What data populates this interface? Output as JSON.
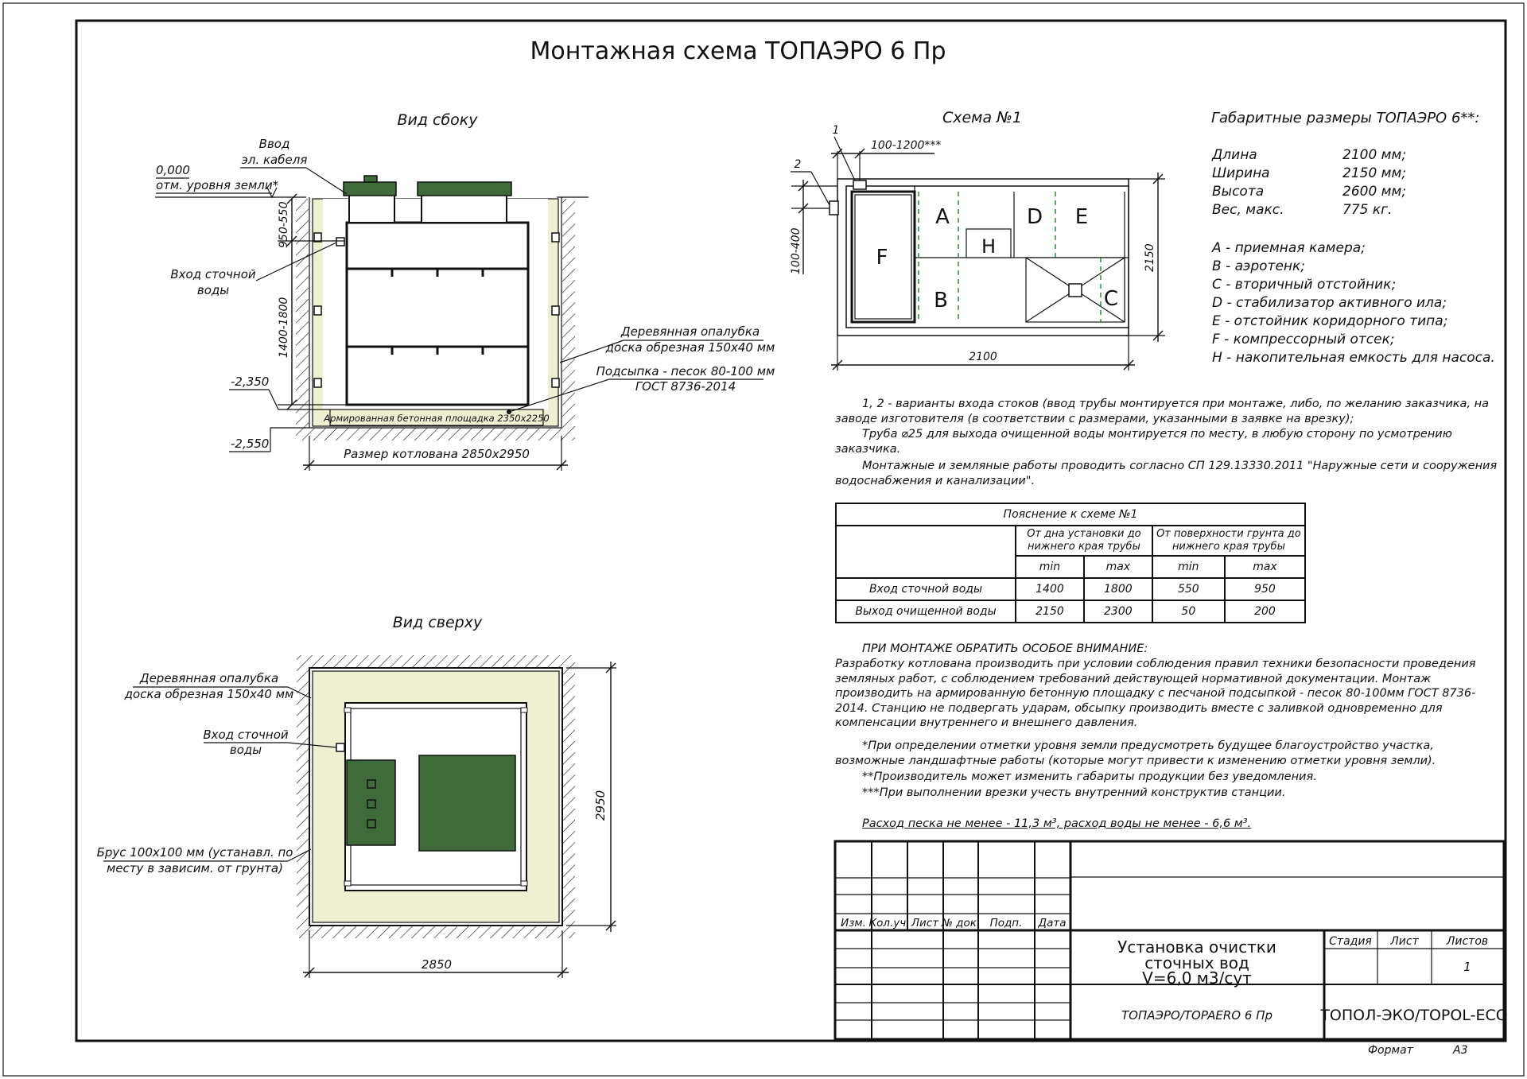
{
  "title": "Монтажная схема ТОПАЭРО 6 Пр",
  "side_view": {
    "title": "Вид сбоку",
    "cable_label": [
      "Ввод",
      "эл. кабеля"
    ],
    "zero_mark": "0,000",
    "ground_label": "отм. уровня земли*",
    "dim_950_550": "950-550",
    "dim_1400_1800": "1400-1800",
    "inlet_label": [
      "Вход сточной",
      "воды"
    ],
    "mark_2350": "-2,350",
    "mark_2550": "-2,550",
    "formwork_label": [
      "Деревянная опалубка",
      "доска обрезная 150х40 мм"
    ],
    "sand_label": [
      "Подсыпка - песок 80-100 мм",
      "ГОСТ 8736-2014"
    ],
    "slab_label": "Армированная бетонная площадка 2350х2250",
    "pit_label": "Размер котлована 2850х2950"
  },
  "top_view": {
    "title": "Вид сверху",
    "formwork_label": [
      "Деревянная опалубка",
      "доска обрезная 150х40 мм"
    ],
    "inlet_label": [
      "Вход сточной",
      "воды"
    ],
    "beam_label": [
      "Брус 100х100 мм (устанавл. по",
      "месту в зависим. от грунта)"
    ],
    "dim_width": "2850",
    "dim_height": "2950"
  },
  "scheme": {
    "title": "Схема №1",
    "mark_1": "1",
    "mark_2": "2",
    "dim_top": "100-1200***",
    "dim_left": "100-400",
    "dim_length": "2100",
    "dim_width": "2150",
    "zones": {
      "A": "A",
      "B": "B",
      "C": "C",
      "D": "D",
      "E": "E",
      "F": "F",
      "H": "H"
    }
  },
  "dimensions": {
    "title": "Габаритные размеры ТОПАЭРО 6**:",
    "rows": [
      {
        "label": "Длина",
        "value": "2100 мм;"
      },
      {
        "label": "Ширина",
        "value": "2150 мм;"
      },
      {
        "label": "Высота",
        "value": "2600 мм;"
      },
      {
        "label": "Вес, макс.",
        "value": "775 кг."
      }
    ]
  },
  "legend": [
    "А - приемная камера;",
    "В - аэротенк;",
    "С - вторичный отстойник;",
    "D - стабилизатор активного ила;",
    "Е - отстойник коридорного типа;",
    "F - компрессорный отсек;",
    "Н - накопительная емкость для насоса."
  ],
  "notes": {
    "p1": "1, 2 - варианты входа  стоков (ввод трубы монтируется при монтаже, либо, по желанию заказчика, на заводе изготовителя (в соответствии с размерами, указанными в заявке на врезку);",
    "p2": "Труба ⌀25 для выхода очищенной воды монтируется по месту, в любую сторону по усмотрению заказчика.",
    "p3": "Монтажные и земляные работы проводить согласно СП 129.13330.2011 \"Наружные сети и сооружения водоснабжения и канализации\"."
  },
  "table": {
    "caption": "Пояснение к схеме №1",
    "group1": "От дна установки до нижнего края трубы",
    "group2": "От поверхности грунта до нижнего края трубы",
    "min": "min",
    "max": "max",
    "rows": [
      {
        "label": "Вход сточной воды",
        "v1": "1400",
        "v2": "1800",
        "v3": "550",
        "v4": "950"
      },
      {
        "label": "Выход очищенной воды",
        "v1": "2150",
        "v2": "2300",
        "v3": "50",
        "v4": "200"
      }
    ]
  },
  "attention": {
    "heading": "ПРИ МОНТАЖЕ ОБРАТИТЬ ОСОБОЕ ВНИМАНИЕ:",
    "body": "Разработку котлована производить при условии соблюдения правил техники безопасности проведения земляных работ, с соблюдением требований действующей нормативной документации.  Монтаж производить на армированную бетонную площадку с песчаной подсыпкой - песок 80-100мм ГОСТ 8736-2014. Станцию не подвергать ударам, обсыпку производить вместе с заливкой одновременно для компенсации внутреннего и внешнего давления.",
    "fn1": "*При определении отметки уровня земли предусмотреть будущее благоустройство участка, возможные ландшафтные работы (которые могут привести к изменению отметки уровня земли).",
    "fn2": "**Производитель может изменить габариты продукции без уведомления.",
    "fn3": "***При выполнении врезки учесть внутренний конструктив станции.",
    "consumption": "Расход песка не менее - 11,3 м³, расход воды не менее - 6,6 м³."
  },
  "title_block": {
    "cols": [
      "Изм.",
      "Кол.уч.",
      "Лист",
      "№ док.",
      "Подп.",
      "Дата"
    ],
    "name": [
      "Установка очистки",
      "сточных вод",
      "V=6,0 м3/сут"
    ],
    "stage": "Стадия",
    "sheet": "Лист",
    "sheets": "Листов",
    "sheets_value": "1",
    "product": "ТОПАЭРО/TOPAERO 6 Пр",
    "company": "ТОПОЛ-ЭКО/TOPOL-ECO",
    "format_label": "Формат",
    "format_value": "А3"
  }
}
